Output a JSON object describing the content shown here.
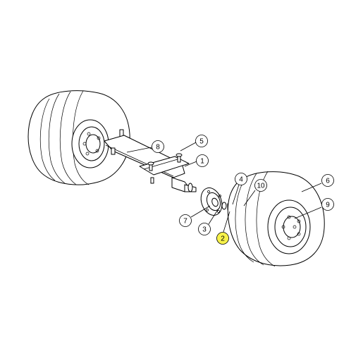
{
  "diagram": {
    "highlight_color": "#f7f24a",
    "callouts": [
      {
        "label": "1",
        "highlighted": false
      },
      {
        "label": "2",
        "highlighted": true
      },
      {
        "label": "3",
        "highlighted": false
      },
      {
        "label": "4",
        "highlighted": false
      },
      {
        "label": "5",
        "highlighted": false
      },
      {
        "label": "6",
        "highlighted": false
      },
      {
        "label": "7",
        "highlighted": false
      },
      {
        "label": "8",
        "highlighted": false
      },
      {
        "label": "9",
        "highlighted": false
      },
      {
        "label": "10",
        "highlighted": false
      }
    ]
  }
}
